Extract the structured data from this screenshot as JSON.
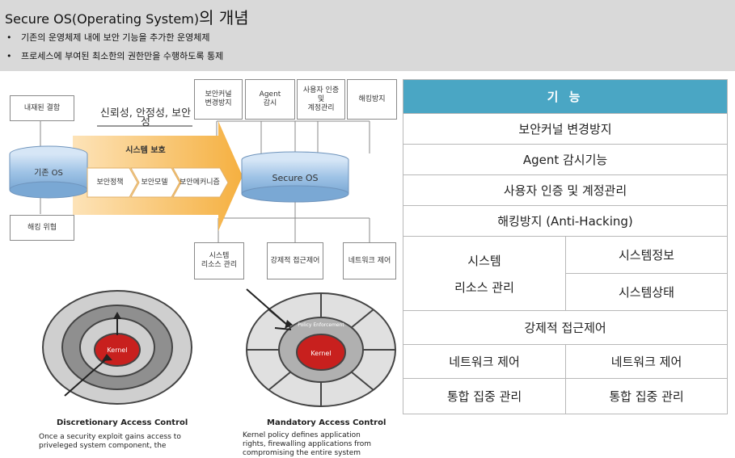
{
  "header": {
    "title_prefix": "Secure OS(Operating System)",
    "title_suffix": "의 개념",
    "bullets": [
      "기존의 운영체제 내에 보안 기능을 추가한 운영체제",
      "프로세스에 부여된 최소한의 권한만을 수행하도록 통제"
    ]
  },
  "diagram": {
    "left_boxes": [
      "내재된 결함",
      "해킹 위협"
    ],
    "existing_os": "기존 OS",
    "arrow_caption": "신뢰성, 안정성, 보안성",
    "system_protection": "시스템 보호",
    "chevrons": [
      "보안정책",
      "보안모델",
      "보안메커니즘"
    ],
    "secure_os": "Secure OS",
    "top_boxes": [
      {
        "line1": "보안커널",
        "line2": "변경방지",
        "line3": ""
      },
      {
        "line1": "Agent",
        "line2": "감시",
        "line3": ""
      },
      {
        "line1": "사용자 인증",
        "line2": "및",
        "line3": "계정관리"
      },
      {
        "line1": "해킹방지",
        "line2": "",
        "line3": ""
      }
    ],
    "bottom_boxes": [
      {
        "line1": "시스템",
        "line2": "리소스 관리"
      },
      {
        "line1": "강제적 접근제어",
        "line2": ""
      },
      {
        "line1": "네트워크 제어",
        "line2": ""
      }
    ],
    "kernel_label": "Kernel",
    "policy_label": "Policy Enforcement",
    "dac": {
      "title": "Discretionary Access Control",
      "line1": "Once a security exploit gains access to",
      "line2": "priveleged system component, the"
    },
    "mac": {
      "title": "Mandatory Access Control",
      "line1": "Kernel policy defines application",
      "line2": "rights, firewalling applications from",
      "line3": "compromising the entire system"
    }
  },
  "table": {
    "header": "기 능",
    "rows": [
      "보안커널 변경방지",
      "Agent 감시기능",
      "사용자 인증 및 계정관리",
      "해킹방지 (Anti-Hacking)"
    ],
    "resource_label_1": "시스템",
    "resource_label_2": "리소스 관리",
    "resource_items": [
      "시스템정보",
      "시스템상태"
    ],
    "mac_row": "강제적 접근제어",
    "network_left": "네트워크 제어",
    "network_right": "네트워크 제어",
    "integrated_left": "통합 집중 관리",
    "integrated_right": "통합 집중 관리"
  },
  "colors": {
    "header_bg": "#d9d9d9",
    "table_head": "#4aa6c4",
    "arrow": "#f5b040",
    "kernel": "#c8201e",
    "cylinder": "#9fc3e6"
  }
}
